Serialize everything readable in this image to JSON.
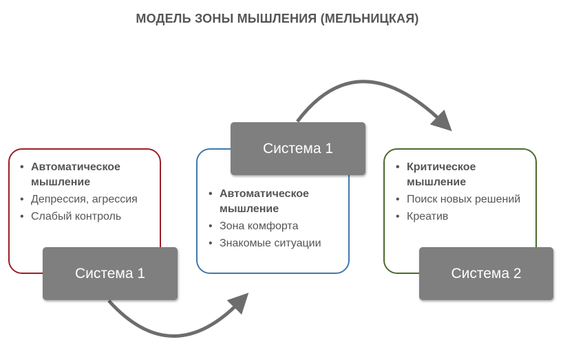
{
  "title": "МОДЕЛЬ ЗОНЫ МЫШЛЕНИЯ (МЕЛЬНИЦКАЯ)",
  "colors": {
    "left_border": "#9b1f24",
    "middle_border": "#3f78ad",
    "right_border": "#4a6a2c",
    "label_fill": "#7f7f7f",
    "arrow": "#6d6d6d",
    "text": "#555555"
  },
  "cards": [
    {
      "label": "Система 1",
      "items": [
        "Автоматическое мышление",
        "Депрессия, агрессия",
        "Слабый контроль"
      ]
    },
    {
      "label": "Система 1",
      "items": [
        "Автоматическое мышление",
        "Зона комфорта",
        "Знакомые ситуации"
      ]
    },
    {
      "label": "Система 2",
      "items": [
        "Критическое мышление",
        "Поиск новых решений",
        "Креатив"
      ]
    }
  ]
}
